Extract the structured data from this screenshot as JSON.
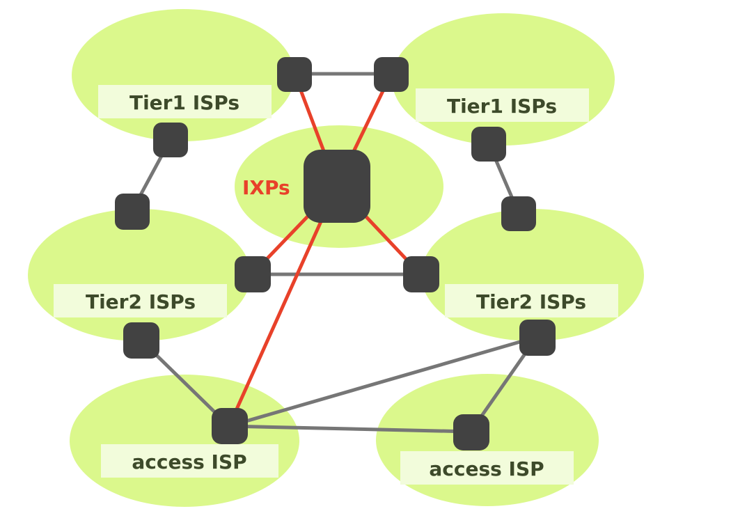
{
  "diagram": {
    "regions": [
      {
        "id": "tier1-left",
        "label": "Tier1 ISPs",
        "kind": "tier1"
      },
      {
        "id": "tier1-right",
        "label": "Tier1 ISPs",
        "kind": "tier1"
      },
      {
        "id": "ixp",
        "label": "IXPs",
        "kind": "ixp"
      },
      {
        "id": "tier2-left",
        "label": "Tier2 ISPs",
        "kind": "tier2"
      },
      {
        "id": "tier2-right",
        "label": "Tier2 ISPs",
        "kind": "tier2"
      },
      {
        "id": "access-left",
        "label": "access ISP",
        "kind": "access"
      },
      {
        "id": "access-right",
        "label": "access ISP",
        "kind": "access"
      }
    ],
    "link_colors": {
      "peering_via_ixp": "#e8412a",
      "regular": "#767676"
    },
    "region_color": "#dbf88c",
    "router_color": "#424242"
  }
}
